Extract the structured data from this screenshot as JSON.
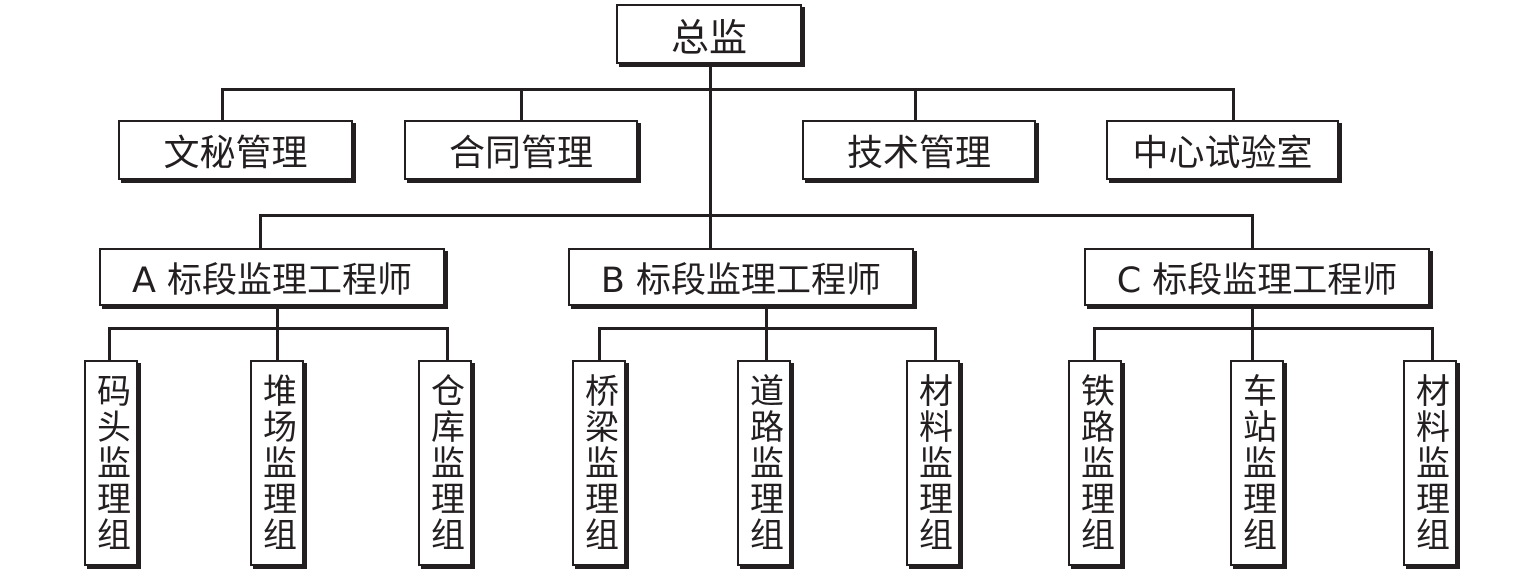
{
  "colors": {
    "line": "#231f20",
    "box_border": "#231f20",
    "text": "#231f20",
    "background": "#ffffff"
  },
  "top": {
    "label": "总监"
  },
  "departments": [
    {
      "label": "文秘管理"
    },
    {
      "label": "合同管理"
    },
    {
      "label": "技术管理"
    },
    {
      "label": "中心试验室"
    }
  ],
  "sections": [
    {
      "label": "A 标段监理工程师",
      "groups": [
        {
          "label": "码头监理组"
        },
        {
          "label": "堆场监理组"
        },
        {
          "label": "仓库监理组"
        }
      ]
    },
    {
      "label": "B 标段监理工程师",
      "groups": [
        {
          "label": "桥梁监理组"
        },
        {
          "label": "道路监理组"
        },
        {
          "label": "材料监理组"
        }
      ]
    },
    {
      "label": "C 标段监理工程师",
      "groups": [
        {
          "label": "铁路监理组"
        },
        {
          "label": "车站监理组"
        },
        {
          "label": "材料监理组"
        }
      ]
    }
  ]
}
